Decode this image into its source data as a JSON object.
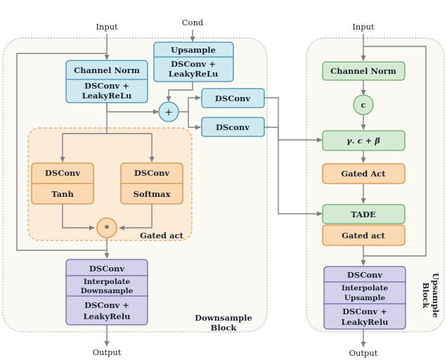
{
  "left_block": {
    "input_label": "Input",
    "cond_label": "Cond",
    "output_label": "Output",
    "block_label_1": "Downsample",
    "block_label_2": "Block",
    "gated_act_label": "Gated act",
    "channel_norm": "Channel Norm",
    "dsconv_leaky_1": "DSConv +",
    "dsconv_leaky_2": "LeakyReLu",
    "upsample": "Upsample",
    "cond_dsconv_1": "DSConv +",
    "cond_dsconv_2": "LeakyReLu",
    "plus_symbol": "+",
    "dsconv_gamma": "DSConv",
    "dsconv_beta": "DSconv",
    "gate_left_conv": "DSConv",
    "gate_left_act": "Tanh",
    "gate_right_conv": "DSConv",
    "gate_right_act": "Softmax",
    "multiply_symbol": "*",
    "out_dsconv": "DSConv",
    "interp_down_1": "Interpolate",
    "interp_down_2": "Downsample",
    "out_dsconv_leaky_1": "DSConv +",
    "out_dsconv_leaky_2": "LeakyRelu"
  },
  "right_block": {
    "input_label": "Input",
    "output_label": "Output",
    "block_label_1": "Upsample",
    "block_label_2": "Block",
    "channel_norm": "Channel Norm",
    "c_symbol": "c",
    "modulation": "γ. c + β",
    "gated_act_1": "Gated Act",
    "tade": "TADE",
    "gated_act_2": "Gated act",
    "out_dsconv": "DSConv",
    "interp_up_1": "Interpolate",
    "interp_up_2": "Upsample",
    "out_dsconv_leaky_1": "DSConv +",
    "out_dsconv_leaky_2": "LeakyRelu"
  },
  "colors": {
    "cyan_fill": "#cfe9f1",
    "cyan_stroke": "#3d8fa8",
    "orange_fill": "#fbd9b3",
    "orange_stroke": "#d98a3c",
    "green_fill": "#d4ead2",
    "green_stroke": "#6aa867",
    "purple_fill": "#d4d2ea",
    "purple_stroke": "#6b66a6",
    "gate_region_fill": "#fcebd7",
    "block_fill": "#faf9f4"
  }
}
